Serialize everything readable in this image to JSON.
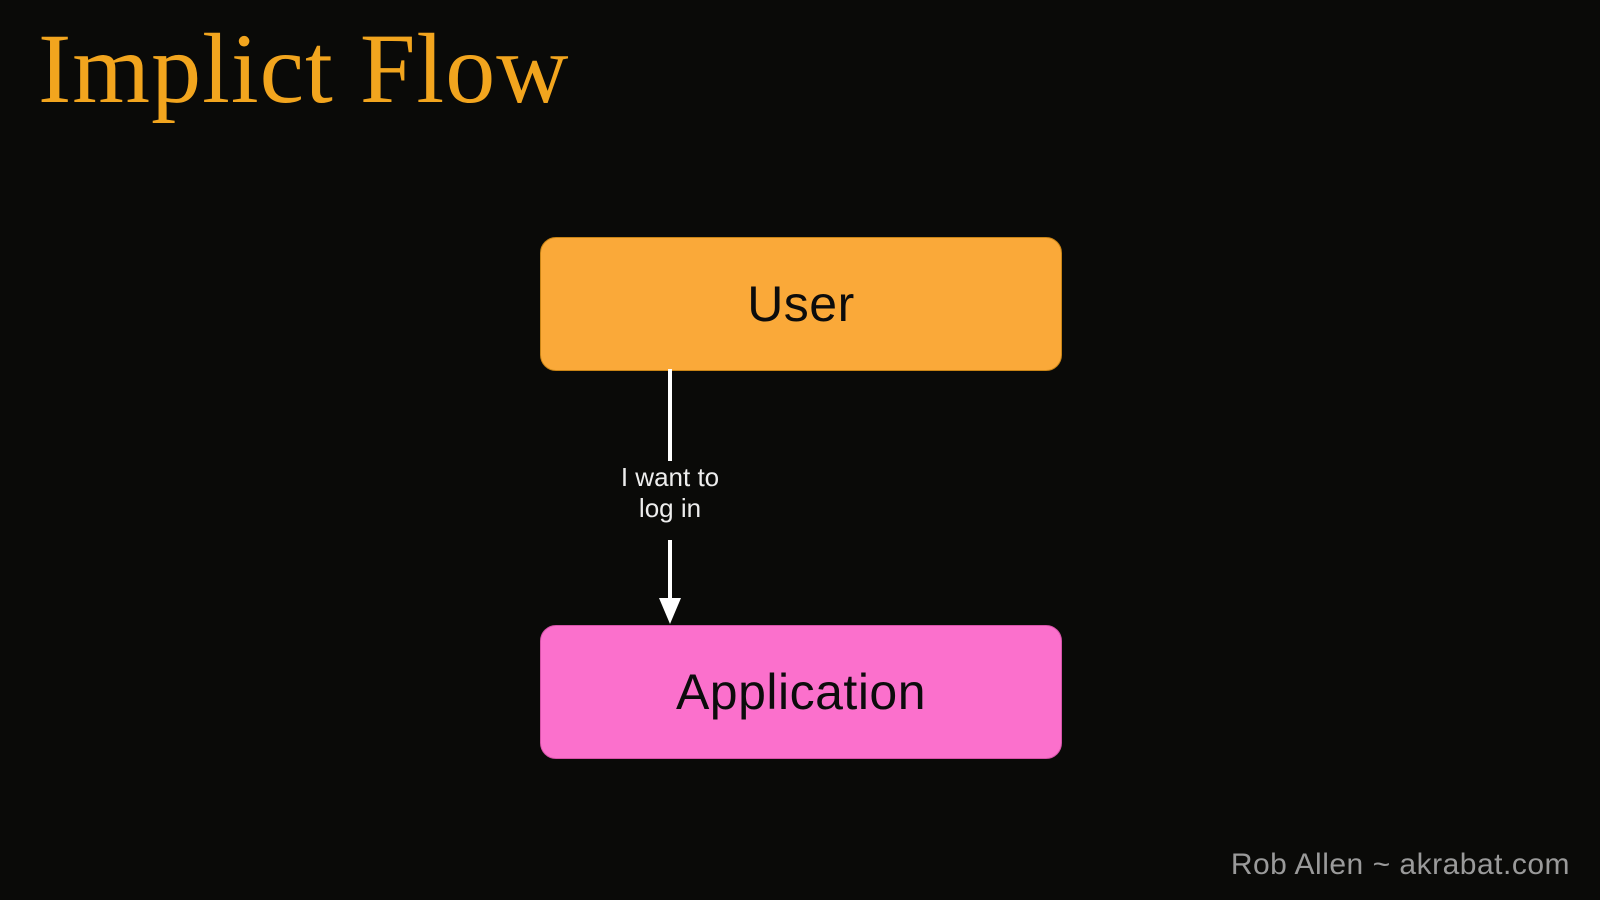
{
  "slide": {
    "title": "Implict Flow",
    "credit": "Rob Allen ~ akrabat.com"
  },
  "diagram": {
    "nodes": [
      {
        "id": "user",
        "label": "User",
        "color": "#faa939"
      },
      {
        "id": "application",
        "label": "Application",
        "color": "#fb70cc"
      }
    ],
    "edge": {
      "from": "User",
      "to": "Application",
      "direction": "down",
      "label_line1": "I want to",
      "label_line2": "log in",
      "color": "#ffffff"
    }
  },
  "colors": {
    "background": "#0a0a08",
    "title": "#f2a51e",
    "user_node": "#faa939",
    "application_node": "#fb70cc",
    "node_text": "#0c0c0c",
    "edge": "#ffffff",
    "edge_label": "#ededed",
    "credit": "#9a9a9a"
  }
}
